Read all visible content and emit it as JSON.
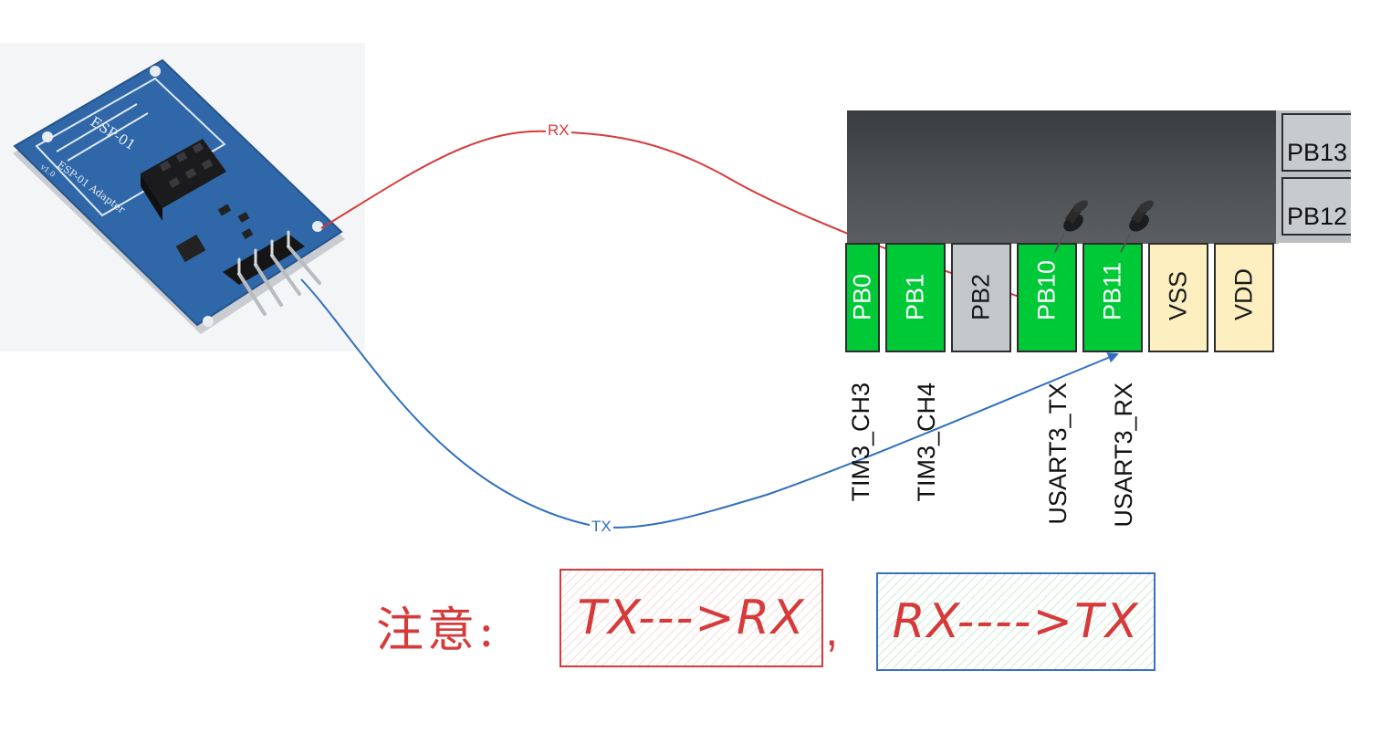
{
  "module": {
    "silk_main": "ESP-01",
    "silk_adapter": "ESP-01 Adapter",
    "silk_version": "v1.0"
  },
  "wires": {
    "rx_label": "RX",
    "tx_label": "TX",
    "rx_color": "#d73a3a",
    "tx_color": "#2f6fc0"
  },
  "chip": {
    "bottom_pins": [
      {
        "label": "PB0",
        "color": "green"
      },
      {
        "label": "PB1",
        "color": "green"
      },
      {
        "label": "PB2",
        "color": "gray"
      },
      {
        "label": "PB10",
        "color": "green",
        "pinned": true
      },
      {
        "label": "PB11",
        "color": "green",
        "pinned": true
      },
      {
        "label": "VSS",
        "color": "yellow"
      },
      {
        "label": "VDD",
        "color": "yellow"
      }
    ],
    "side_pins": [
      "PB13",
      "PB12"
    ],
    "functions": [
      "TIM3_CH3",
      "TIM3_CH4",
      "USART3_TX",
      "USART3_RX"
    ],
    "pin_green": "#00c938",
    "pin_gray": "#c5c8cb",
    "pin_yellow": "#fdefc0"
  },
  "note": {
    "prefix": "注意:",
    "box1": "TX--->RX",
    "separator": ",",
    "box2": "RX---->TX",
    "text_color": "#d63a3a"
  }
}
